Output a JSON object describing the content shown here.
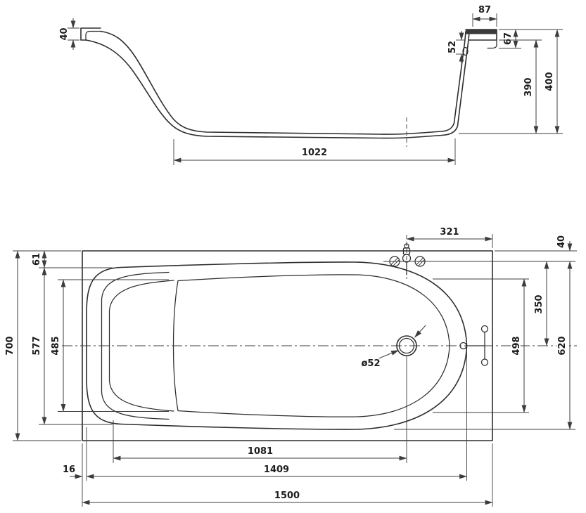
{
  "side_view": {
    "dims": {
      "edge_thickness": "40",
      "rim_width": "87",
      "overflow_drop": "52",
      "apron_height": "67",
      "depth": "390",
      "total_height": "400",
      "base_length": "1022"
    }
  },
  "plan_view": {
    "dims": {
      "tap_to_edge": "321",
      "tap_setback": "40",
      "rim_top_width": "61",
      "half_width": "350",
      "inner_width_head": "577",
      "backrest_width": "485",
      "overall_width": "700",
      "inner_width_foot": "620",
      "base_width_foot": "498",
      "drain_diameter": "ø52",
      "drain_position": "1081",
      "inner_length": "1409",
      "rim_head_width": "16",
      "overall_length": "1500"
    }
  }
}
